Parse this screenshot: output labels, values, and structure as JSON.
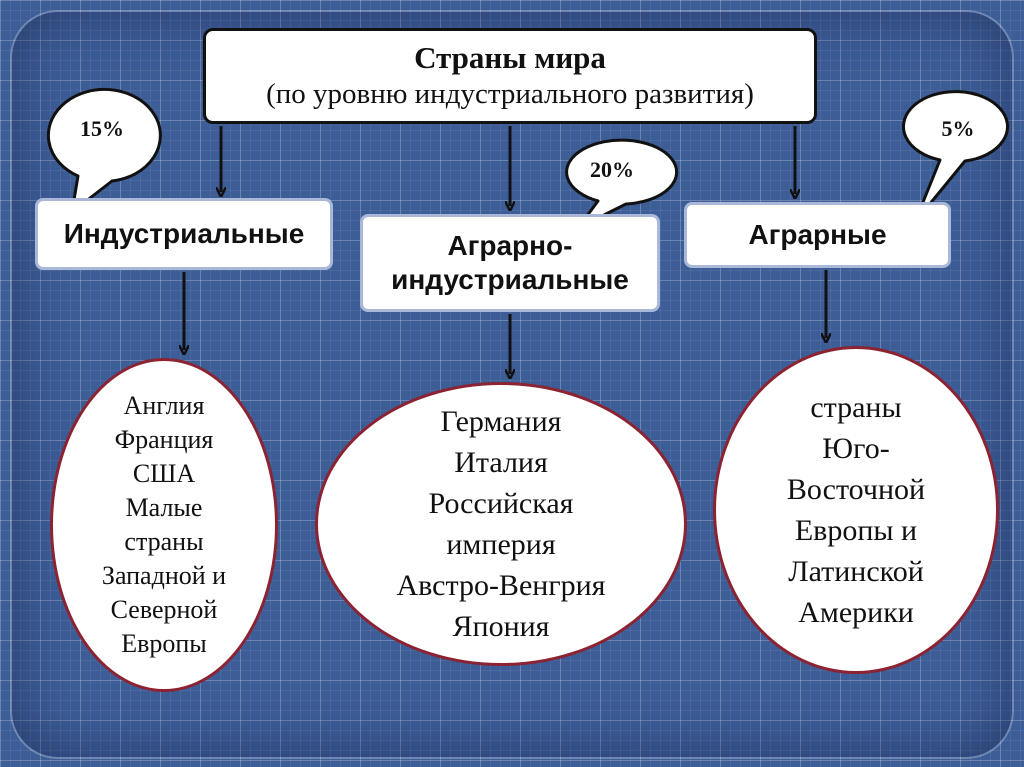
{
  "title": {
    "main": "Страны мира",
    "sub": "(по уровню индустриального развития)"
  },
  "categories": [
    {
      "label": "Индустриальные",
      "share": "15%",
      "countries": [
        "Англия",
        "Франция",
        "США",
        "Малые",
        "страны",
        "Западной и",
        "Северной",
        "Европы"
      ]
    },
    {
      "label_line1": "Аграрно-",
      "label_line2": "индустриальные",
      "share": "20%",
      "countries": [
        "Германия",
        "Италия",
        "Российская",
        "империя",
        "Австро-Венгрия",
        "Япония"
      ]
    },
    {
      "label": "Аграрные",
      "share": "5%",
      "countries": [
        "страны",
        "Юго-",
        "Восточной",
        "Европы и",
        "Латинской",
        "Америки"
      ]
    }
  ],
  "colors": {
    "background": "#3d5d97",
    "ellipse_border": "#8b2332",
    "box_border": "#111111"
  }
}
